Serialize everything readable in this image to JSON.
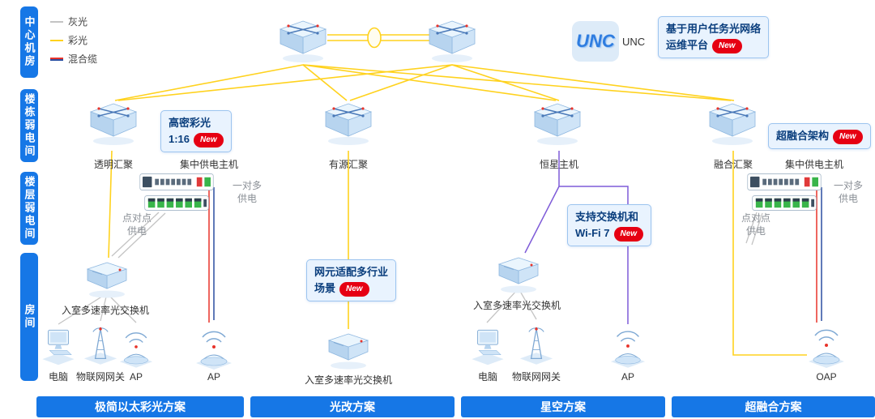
{
  "colors": {
    "primary_blue": "#1677e6",
    "badge_bg": "#e9f3fe",
    "badge_border": "#9cc4ef",
    "badge_text": "#0a3e7d",
    "new_badge_red": "#e60012",
    "fiber_yellow": "#ffd21e",
    "gray_line": "#c4c4c4",
    "purple_line": "#7e5bd8",
    "power_red": "#e8332a",
    "power_blue": "#2b4ea0"
  },
  "sidebar": {
    "items": [
      {
        "label": "中心机房"
      },
      {
        "label": "楼栋弱电间"
      },
      {
        "label": "楼层弱电间"
      },
      {
        "label": "房间"
      }
    ]
  },
  "legend": {
    "items": [
      {
        "label": "灰光",
        "color": "#c4c4c4"
      },
      {
        "label": "彩光",
        "color": "#ffd21e"
      },
      {
        "label": "混合缆",
        "colors": [
          "#e8332a",
          "#2b4ea0"
        ]
      }
    ]
  },
  "core": {
    "unc_icon_text": "UNC",
    "unc_label": "UNC",
    "platform_badge": {
      "line1": "基于用户任务光网络",
      "line2": "运维平台",
      "new": "New"
    }
  },
  "column1": {
    "aggregation_label": "透明汇聚",
    "power_host_label": "集中供电主机",
    "badge": {
      "line1": "高密彩光",
      "line2": "1:16",
      "new": "New"
    },
    "one_to_many": "一对多供电",
    "p2p": "点对点供电",
    "switch_label": "入室多速率光交换机",
    "devices": {
      "pc": "电脑",
      "iot": "物联网网关",
      "ap": "AP",
      "ap2": "AP"
    },
    "banner": "极简以太彩光方案"
  },
  "column2": {
    "aggregation_label": "有源汇聚",
    "badge": {
      "line1": "网元适配多行业",
      "line2": "场景",
      "new": "New"
    },
    "switch_label": "入室多速率光交换机",
    "banner": "光改方案"
  },
  "column3": {
    "aggregation_label": "恒星主机",
    "badge": {
      "line1": "支持交换机和",
      "line2": "Wi-Fi 7",
      "new": "New"
    },
    "switch_label": "入室多速率光交换机",
    "devices": {
      "pc": "电脑",
      "iot": "物联网网关",
      "ap": "AP"
    },
    "banner": "星空方案"
  },
  "column4": {
    "aggregation_label": "融合汇聚",
    "power_host_label": "集中供电主机",
    "badge": {
      "line1": "超融合架构",
      "new": "New"
    },
    "one_to_many": "一对多供电",
    "p2p": "点对点供电",
    "devices": {
      "oap": "OAP"
    },
    "banner": "超融合方案"
  }
}
